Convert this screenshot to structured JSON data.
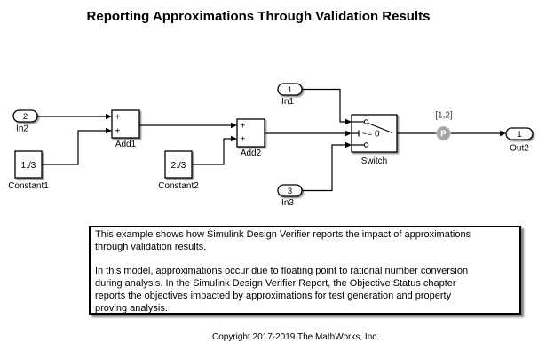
{
  "title": "Reporting Approximations Through Validation Results",
  "blocks": {
    "in2": {
      "port": "2",
      "label": "In2"
    },
    "constant1": {
      "value": "1./3",
      "label": "Constant1"
    },
    "add1": {
      "label": "Add1",
      "input1_op": "+",
      "input2_op": "+"
    },
    "constant2": {
      "value": "2./3",
      "label": "Constant2"
    },
    "add2": {
      "label": "Add2",
      "input1_op": "+",
      "input2_op": "+"
    },
    "in1": {
      "port": "1",
      "label": "In1"
    },
    "in3": {
      "port": "3",
      "label": "In3"
    },
    "switch": {
      "label": "Switch",
      "criteria": "~= 0"
    },
    "out2": {
      "port": "1",
      "label": "Out2"
    }
  },
  "annotations": {
    "objectives_range": "[1,2]",
    "proof_badge": "P"
  },
  "colors": {
    "badge_gray": "#a5a5a5",
    "badge_ring": "#c9c9c9",
    "wire": "#000000",
    "block_fill": "#ffffff",
    "block_border": "#000000"
  },
  "description": {
    "paragraph1": "This example shows how Simulink Design Verifier reports the impact of approximations\nthrough validation results.",
    "paragraph2": "In this model, approximations occur due to floating point to rational number conversion\nduring analysis. In the Simulink Design Verifier Report, the Objective Status chapter\nreports the objectives impacted by approximations for test generation and property\nproving analysis."
  },
  "copyright": "Copyright 2017-2019 The MathWorks, Inc."
}
